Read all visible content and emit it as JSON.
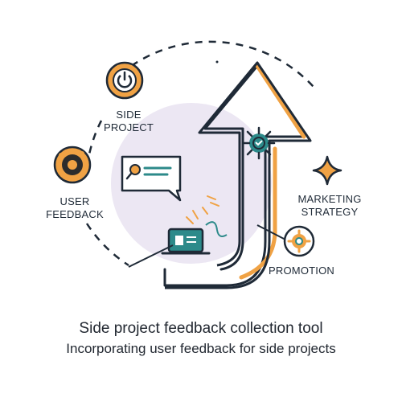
{
  "labels": {
    "side_project_line1": "SIDE",
    "side_project_line2": "PROJECT",
    "user_feedback_line1": "USER",
    "user_feedback_line2": "FEEDBACK",
    "marketing_line1": "MARKETING",
    "marketing_line2": "STRATEGY",
    "promotion": "PROMOTION"
  },
  "caption": {
    "title": "Side project feedback collection tool",
    "subtitle": "Incorporating user feedback for side projects"
  },
  "colors": {
    "accent_orange": "#f0a244",
    "dark_navy": "#1f2a37",
    "teal": "#2c8a8a",
    "lavender": "#ece7f3"
  }
}
